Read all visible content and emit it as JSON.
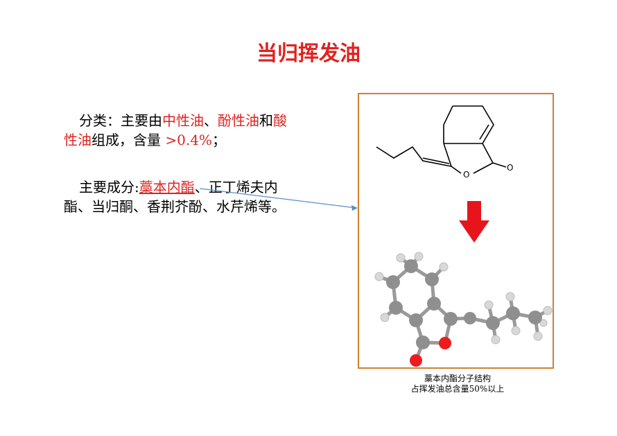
{
  "title": {
    "text": "当归挥发油",
    "color": "#e0221f"
  },
  "classification": {
    "label": "分类：主要由",
    "neutral_oil": "中性油",
    "sep1": "、",
    "phenolic_oil": "酚性油",
    "and": "和",
    "acidic_oil": "酸性油",
    "composition": "组成，含量 ",
    "content": ">0.4%",
    "end": "；"
  },
  "main_components": {
    "label": "主要成分:",
    "ligustilide": "藁本内酯",
    "rest": "、正丁烯夫内酯、当归酮、香荆芥酚、水芹烯等。"
  },
  "structure": {
    "oxygen_label_ring": "O",
    "oxygen_label_carbonyl": "O",
    "arrow_color": "#e8141b"
  },
  "caption": {
    "line1": "藁本内酯分子结构",
    "line2": "占挥发油总含量50%以上"
  },
  "colors": {
    "red": "#e0221f",
    "box_border": "#cc7f33",
    "pointer": "#5b8bc4"
  }
}
